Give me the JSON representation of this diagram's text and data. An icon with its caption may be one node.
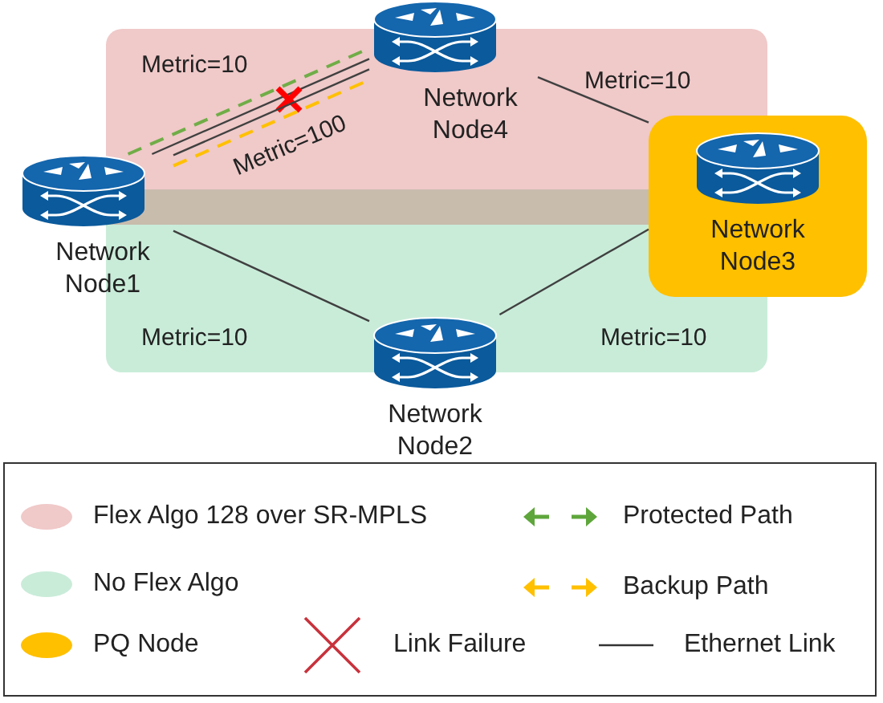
{
  "diagram": {
    "nodes": [
      {
        "text": [
          "Network Node1"
        ]
      },
      {
        "text": [
          "Network Node4"
        ]
      },
      {
        "text": [
          "Network Node3"
        ]
      },
      {
        "text": [
          "Network Node2"
        ]
      }
    ],
    "edges": [
      {
        "from": 0,
        "to": 1,
        "arrow": "none",
        "label": "Metric=10"
      },
      {
        "from": 0,
        "to": 1,
        "arrow": "none",
        "label": "Metric=100"
      },
      {
        "from": 0,
        "to": 1,
        "arrow": "none",
        "style": "dashed",
        "color": "#70ad47"
      },
      {
        "from": 0,
        "to": 1,
        "arrow": "none",
        "style": "dashed",
        "color": "#ffc000"
      },
      {
        "from": 1,
        "to": 2,
        "arrow": "none",
        "label": "Metric=10"
      },
      {
        "from": 0,
        "to": 3,
        "arrow": "none",
        "label": "Metric=10"
      },
      {
        "from": 3,
        "to": 2,
        "arrow": "none",
        "label": "Metric=10"
      }
    ],
    "legend": [
      {
        "text": "Flex Algo 128 over SR-MPLS",
        "color": "#f0c9c9"
      },
      {
        "text": "Protected Path"
      },
      {
        "text": "No Flex Algo",
        "color": "#c9ecd9"
      },
      {
        "text": "Backup Path"
      },
      {
        "text": "PQ Node",
        "color": "#ffc000"
      },
      {
        "text": "Link Failure"
      },
      {
        "text": "Ethernet Link"
      }
    ]
  }
}
